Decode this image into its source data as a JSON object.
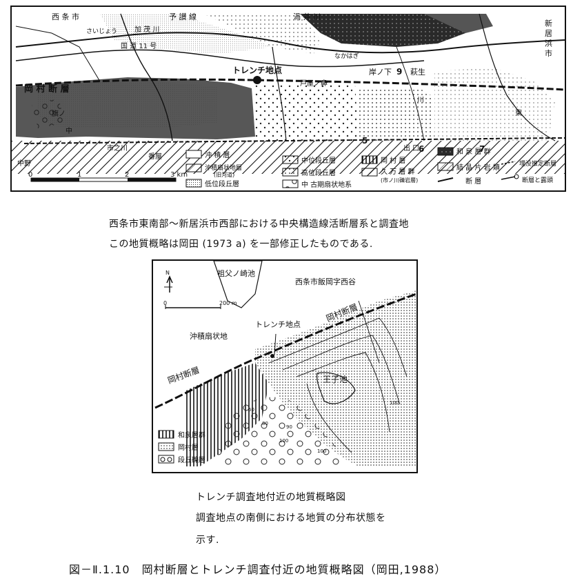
{
  "map1": {
    "place_labels": {
      "saijo_shi": "西 条 市",
      "yosan_sen": "予 讃 線",
      "saijo_kana": "さいじょう",
      "honshugawa": "渦 井 川",
      "kamogawa": "加 茂 川",
      "kokudo": "国 道 11 号",
      "nakahagi": "なかはぎ",
      "niihama_shi": "新 居 浜 市",
      "trench": "トレンチ地点",
      "kishinoshita": "岸ノ下",
      "hagyu": "萩生",
      "ashiyanobana": "戸屋ノ鼻",
      "okamura_fault": "岡 村 断 層",
      "hatano": "旗ノ",
      "naka": "中",
      "ichinokawa": "市之川",
      "banzai": "番屋",
      "nakano": "中野",
      "deguchi": "出 口",
      "higashi": "東",
      "jikawa": "川",
      "route_num": "国 道 11 号",
      "num_9": "9",
      "num_5": "5",
      "num_6": "6",
      "num_7": "7"
    },
    "legend": [
      {
        "label": "沖 積 層"
      },
      {
        "label": "沖積扇状地層"
      },
      {
        "label": "(旧河道)"
      },
      {
        "label": "低位段丘層"
      },
      {
        "label": "中位段丘層"
      },
      {
        "label": "高位段丘層"
      },
      {
        "label": "中 古期扇状地系"
      },
      {
        "label": "岡 村 層"
      },
      {
        "label": "久 万 層 群"
      },
      {
        "label": "(市ノ川礫岩層)"
      },
      {
        "label": "和 泉 層 群"
      },
      {
        "label": "結 晶 片 岩 類"
      },
      {
        "label": "断 層"
      },
      {
        "label": "埋没推定断層"
      },
      {
        "label": "断層と露頭"
      }
    ],
    "scale": {
      "ticks": [
        "0",
        "1",
        "2",
        "3 km"
      ]
    }
  },
  "caption1": {
    "line1": "西条市東南部〜新居浜市西部における中央構造線活断層系と調査地",
    "line2": "この地質概略は岡田 (1973 a) を一部修正したものである."
  },
  "map2": {
    "north": "N",
    "scale": {
      "zero": "0",
      "end": "200 m"
    },
    "labels": {
      "pond_top": "祖父ノ崎池",
      "place": "西条市飯岡字西谷",
      "fault_right": "岡村断層",
      "fault_left": "岡村断層",
      "trench": "トレンチ地点",
      "fan": "沖積扇状地",
      "oji_pond": "王子池",
      "c100a": "100",
      "c100b": "100",
      "c100c": "100",
      "c90": "90",
      "c60": "60",
      "c80": "80"
    },
    "legend": [
      {
        "label": "和泉層群"
      },
      {
        "label": "岡村層"
      },
      {
        "label": "段丘礫層"
      }
    ]
  },
  "caption2": {
    "line1": "トレンチ調査地付近の地質概略図",
    "line2": "調査地点の南側における地質の分布状態を",
    "line3": "示す."
  },
  "figure_title": "図－Ⅱ.1.10　岡村断層とトレンチ調査付近の地質概略図（岡田,1988）"
}
